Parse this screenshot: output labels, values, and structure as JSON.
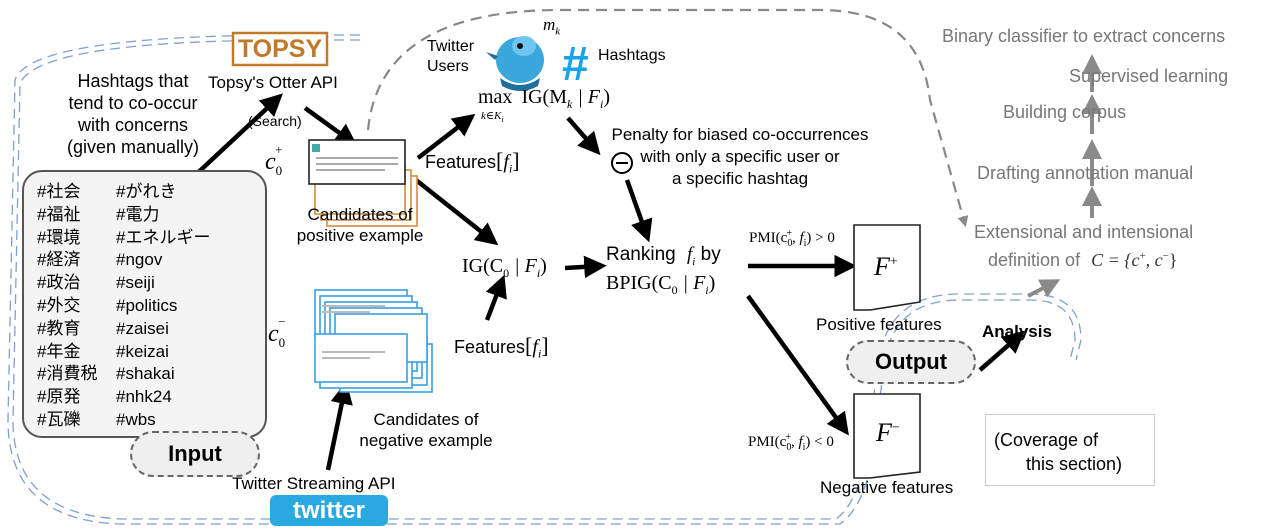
{
  "input": {
    "heading_lines": [
      "Hashtags that",
      "tend to co-occur",
      "with concerns",
      "(given manually)"
    ],
    "hashtags_left": [
      "#社会",
      "#福祉",
      "#環境",
      "#経済",
      "#政治",
      "#外交",
      "#教育",
      "#年金",
      "#消費税",
      "#原発",
      "#瓦礫"
    ],
    "hashtags_right": [
      "#がれき",
      "#電力",
      "#エネルギー",
      "#ngov",
      "#seiji",
      "#politics",
      "#zaisei",
      "#keizai",
      "#shakai",
      "#nhk24",
      "#wbs"
    ],
    "pill_label": "Input"
  },
  "topsy": {
    "logo": "TOPSY",
    "api_label": "Topsy's Otter API",
    "search_label": "(Search)"
  },
  "positive": {
    "c0_base": "c",
    "c0_sub": "0",
    "c0_sup": "+",
    "caption_lines": [
      "Candidates of",
      "positive example"
    ],
    "features_label": "Features",
    "features_var": "f",
    "features_sub": "i"
  },
  "negative": {
    "c0_base": "c",
    "c0_sub": "0",
    "c0_sup": "−",
    "caption_lines": [
      "Candidates of",
      "negative example"
    ],
    "features_label": "Features",
    "features_var": "f",
    "features_sub": "i"
  },
  "twitter": {
    "users_lines": [
      "Twitter",
      "Users"
    ],
    "hashtags_label": "Hashtags",
    "mk": "m",
    "mk_sub": "k",
    "streaming_label": "Twitter Streaming API",
    "logo": "twitter"
  },
  "ig_max": {
    "max": "max",
    "max_sub": "k∈K",
    "max_sub_i": "i",
    "expr": "IG(M",
    "expr_sub": "k",
    "expr_tail": "| F",
    "expr_tail_sub": "i",
    "close": ")"
  },
  "penalty": {
    "symbol": "−",
    "lines": [
      "Penalty for biased co-occurrences",
      "with only a specific user or",
      "a specific hashtag"
    ]
  },
  "ig_c0": {
    "expr": "IG(C",
    "sub": "0",
    "tail": "| F",
    "tail_sub": "i",
    "close": ")"
  },
  "ranking": {
    "line1": "Ranking",
    "fi": "f",
    "fi_sub": "i",
    "by": "by",
    "line2": "BPIG(C",
    "line2_sub": "0",
    "line2_tail": "| F",
    "line2_tail_sub": "i",
    "line2_close": ")"
  },
  "pmi": {
    "pos": "PMI(c",
    "pos_tail": ", f",
    "pos_cond": ") > 0",
    "neg": "PMI(c",
    "neg_tail": ", f",
    "neg_cond": ") < 0"
  },
  "features_out": {
    "pos_symbol": "F",
    "pos_sup": "+",
    "pos_caption": "Positive features",
    "neg_symbol": "F",
    "neg_sup": "−",
    "neg_caption": "Negative features"
  },
  "output": {
    "pill_label": "Output",
    "analysis_label": "Analysis"
  },
  "pipeline": {
    "step1": "Binary classifier to extract concerns",
    "step2": "Supervised learning",
    "step3": "Building corpus",
    "step4": "Drafting annotation manual",
    "step5a": "Extensional  and intensional",
    "step5b": "definition of",
    "step5_formula": "C = {c",
    "step5_formula_mid": ", c",
    "step5_formula_end": "}"
  },
  "coverage": {
    "lines": [
      "(Coverage of",
      "this section)"
    ]
  },
  "colors": {
    "topsy_orange": "#c07a2a",
    "twitter_blue": "#2aa9e0",
    "hashtag_blue": "#1aa3e8",
    "pipeline_gray": "#8a8a8a",
    "boundary_blue": "#6f93c9"
  }
}
